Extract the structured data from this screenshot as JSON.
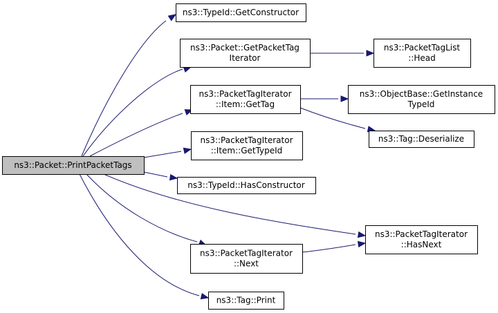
{
  "diagram": {
    "nodes": [
      {
        "id": "root",
        "lines": [
          "ns3::Packet::PrintPacketTags"
        ],
        "highlight": true
      },
      {
        "id": "typeid-getconstructor",
        "lines": [
          "ns3::TypeId::GetConstructor"
        ]
      },
      {
        "id": "packet-getpackettagiterator",
        "lines": [
          "ns3::Packet::GetPacketTag",
          "Iterator"
        ]
      },
      {
        "id": "packettaglist-head",
        "lines": [
          "ns3::PacketTagList",
          "::Head"
        ]
      },
      {
        "id": "item-gettag",
        "lines": [
          "ns3::PacketTagIterator",
          "::Item::GetTag"
        ]
      },
      {
        "id": "objectbase-getinstancetypeid",
        "lines": [
          "ns3::ObjectBase::GetInstance",
          "TypeId"
        ]
      },
      {
        "id": "tag-deserialize",
        "lines": [
          "ns3::Tag::Deserialize"
        ]
      },
      {
        "id": "item-gettypeid",
        "lines": [
          "ns3::PacketTagIterator",
          "::Item::GetTypeId"
        ]
      },
      {
        "id": "typeid-hasconstructor",
        "lines": [
          "ns3::TypeId::HasConstructor"
        ]
      },
      {
        "id": "packettagiterator-hasnext",
        "lines": [
          "ns3::PacketTagIterator",
          "::HasNext"
        ]
      },
      {
        "id": "packettagiterator-next",
        "lines": [
          "ns3::PacketTagIterator",
          "::Next"
        ]
      },
      {
        "id": "tag-print",
        "lines": [
          "ns3::Tag::Print"
        ]
      }
    ],
    "edges": [
      {
        "from": "root",
        "to": "typeid-getconstructor"
      },
      {
        "from": "root",
        "to": "packet-getpackettagiterator"
      },
      {
        "from": "packet-getpackettagiterator",
        "to": "packettaglist-head"
      },
      {
        "from": "root",
        "to": "item-gettag"
      },
      {
        "from": "item-gettag",
        "to": "objectbase-getinstancetypeid"
      },
      {
        "from": "item-gettag",
        "to": "tag-deserialize"
      },
      {
        "from": "root",
        "to": "item-gettypeid"
      },
      {
        "from": "root",
        "to": "typeid-hasconstructor"
      },
      {
        "from": "root",
        "to": "packettagiterator-hasnext"
      },
      {
        "from": "root",
        "to": "packettagiterator-next"
      },
      {
        "from": "packettagiterator-next",
        "to": "packettagiterator-hasnext"
      },
      {
        "from": "root",
        "to": "tag-print"
      }
    ]
  }
}
